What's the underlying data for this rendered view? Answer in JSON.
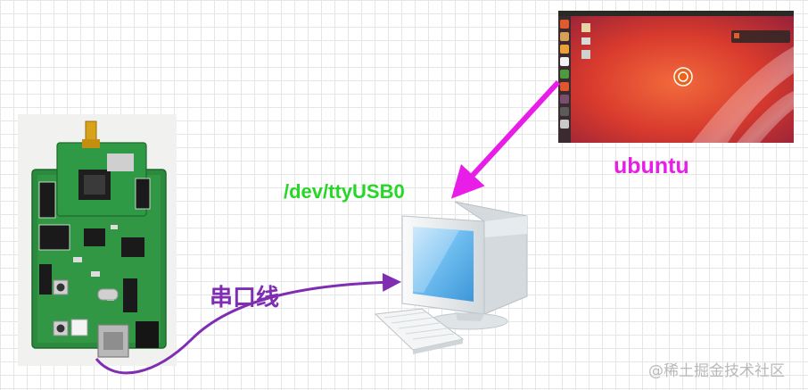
{
  "labels": {
    "device_path": "/dev/ttyUSB0",
    "os_name": "ubuntu",
    "serial_cable": "串口线"
  },
  "watermark": "@稀土掘金技术社区",
  "images": {
    "dev_board": "development-board-photo",
    "desktop": "ubuntu-desktop-screenshot",
    "computer": "desktop-computer-illustration"
  },
  "colors": {
    "device_path": "#27d627",
    "os_name": "#e81ee8",
    "serial_cable": "#7f2db3",
    "arrow_ubuntu": "#e81ee8",
    "arrow_serial": "#7f2db3",
    "grid": "#e6e6e6"
  }
}
